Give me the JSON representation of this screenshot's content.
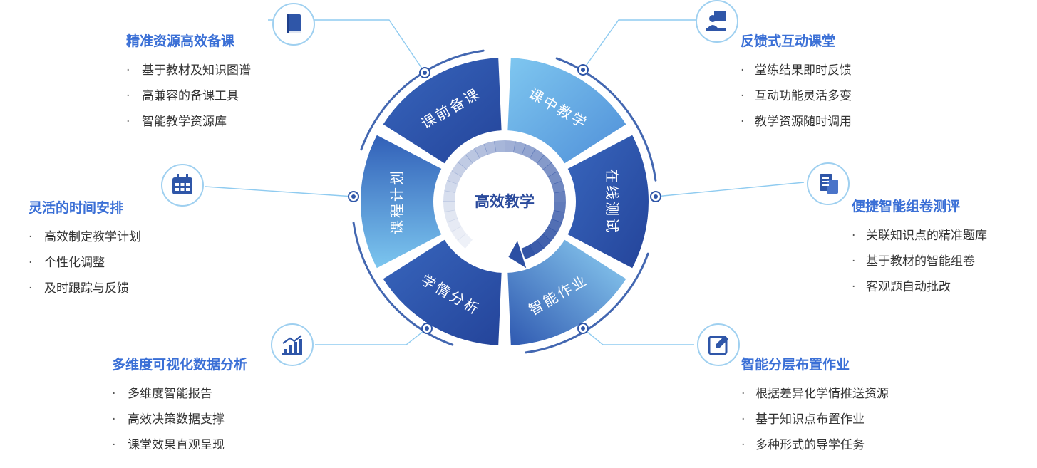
{
  "center": {
    "label": "高效教学"
  },
  "segments": [
    {
      "id": "pre",
      "label": "课前备课"
    },
    {
      "id": "mid",
      "label": "课中教学"
    },
    {
      "id": "test",
      "label": "在线测试"
    },
    {
      "id": "hw",
      "label": "智能作业"
    },
    {
      "id": "ana",
      "label": "学情分析"
    },
    {
      "id": "plan",
      "label": "课程计划"
    }
  ],
  "features": [
    {
      "id": "prep",
      "icon": "book-icon",
      "title": "精准资源高效备课",
      "items": [
        "基于教材及知识图谱",
        "高兼容的备课工具",
        "智能教学资源库"
      ]
    },
    {
      "id": "classroom",
      "icon": "teacher-board-icon",
      "title": "反馈式互动课堂",
      "items": [
        "堂练结果即时反馈",
        "互动功能灵活多变",
        "教学资源随时调用"
      ]
    },
    {
      "id": "schedule",
      "icon": "calendar-icon",
      "title": "灵活的时间安排",
      "items": [
        "高效制定教学计划",
        "个性化调整",
        "及时跟踪与反馈"
      ]
    },
    {
      "id": "exam",
      "icon": "document-icon",
      "title": "便捷智能组卷测评",
      "items": [
        "关联知识点的精准题库",
        "基于教材的智能组卷",
        "客观题自动批改"
      ]
    },
    {
      "id": "analytics",
      "icon": "bar-chart-icon",
      "title": "多维度可视化数据分析",
      "items": [
        "多维度智能报告",
        "高效决策数据支撑",
        "课堂效果直观呈现"
      ]
    },
    {
      "id": "homework",
      "icon": "edit-icon",
      "title": "智能分层布置作业",
      "items": [
        "根据差异化学情推送资源",
        "基于知识点布置作业",
        "多种形式的导学任务"
      ]
    }
  ],
  "colors": {
    "primary": "#2f56a8",
    "deep": "#2a4a9c",
    "light": "#7cc3ef",
    "accent_text": "#3a6fd6",
    "line": "#8fcbf0"
  }
}
